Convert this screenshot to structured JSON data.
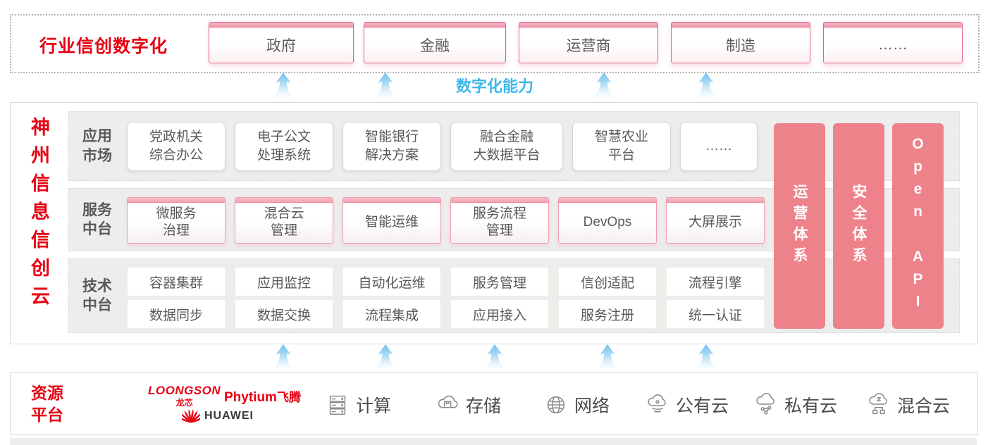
{
  "colors": {
    "brand_red": "#e60012",
    "pillar_pink": "#ee828a",
    "capability_blue": "#3eb7ea"
  },
  "top_banner": {
    "title": "行业信创数字化",
    "industries": [
      "政府",
      "金融",
      "运营商",
      "制造",
      "……"
    ]
  },
  "capability_label": "数字化能力",
  "platform": {
    "side_title": "神州信息信创云",
    "app_market": {
      "label": "应用\n市场",
      "items": [
        "党政机关\n综合办公",
        "电子公文\n处理系统",
        "智能银行\n解决方案",
        "融合金融\n大数据平台",
        "智慧农业\n平台",
        "……"
      ]
    },
    "service_platform": {
      "label": "服务\n中台",
      "items": [
        "微服务\n治理",
        "混合云\n管理",
        "智能运维",
        "服务流程\n管理",
        "DevOps",
        "大屏展示"
      ]
    },
    "tech_platform": {
      "label": "技术\n中台",
      "row1": [
        "容器集群",
        "应用监控",
        "自动化运维",
        "服务管理",
        "信创适配",
        "流程引擎"
      ],
      "row2": [
        "数据同步",
        "数据交换",
        "流程集成",
        "应用接入",
        "服务注册",
        "统一认证"
      ]
    },
    "pillars": [
      "运营体系",
      "安全体系",
      "Open API"
    ]
  },
  "resources": {
    "label": "资源\n平台",
    "vendors": {
      "loongson_en": "LOONGSON",
      "loongson_cn": "龙芯",
      "phytium_en": "Phytium",
      "phytium_cn": "飞腾",
      "huawei": "HUAWEI"
    },
    "items": [
      {
        "icon": "server-icon",
        "label": "计算"
      },
      {
        "icon": "storage-cloud-icon",
        "label": "存储"
      },
      {
        "icon": "network-globe-icon",
        "label": "网络"
      },
      {
        "icon": "public-cloud-icon",
        "label": "公有云"
      },
      {
        "icon": "private-cloud-icon",
        "label": "私有云"
      },
      {
        "icon": "hybrid-cloud-icon",
        "label": "混合云"
      }
    ]
  }
}
